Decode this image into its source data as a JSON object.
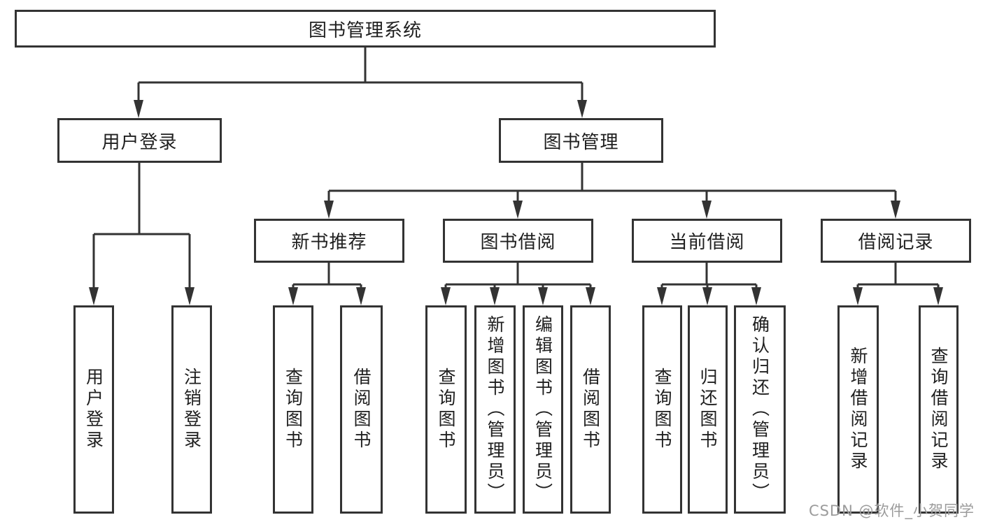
{
  "diagram": {
    "root": {
      "label": "图书管理系统",
      "children": [
        {
          "label": "用户登录",
          "children": [
            {
              "label": "用户登录"
            },
            {
              "label": "注销登录"
            }
          ]
        },
        {
          "label": "图书管理",
          "children": [
            {
              "label": "新书推荐",
              "children": [
                {
                  "label": "查询图书"
                },
                {
                  "label": "借阅图书"
                }
              ]
            },
            {
              "label": "图书借阅",
              "children": [
                {
                  "label": "查询图书"
                },
                {
                  "label": "新增图书（管理员）"
                },
                {
                  "label": "编辑图书（管理员）"
                },
                {
                  "label": "借阅图书"
                }
              ]
            },
            {
              "label": "当前借阅",
              "children": [
                {
                  "label": "查询图书"
                },
                {
                  "label": "归还图书"
                },
                {
                  "label": "确认归还（管理员）"
                }
              ]
            },
            {
              "label": "借阅记录",
              "children": [
                {
                  "label": "新增借阅记录"
                },
                {
                  "label": "查询借阅记录"
                }
              ]
            }
          ]
        }
      ]
    }
  },
  "watermark": {
    "text": "CSDN @软件_小贺同学"
  },
  "colors": {
    "line": "#333333",
    "text": "#1f1f1f",
    "watermark": "#9b9b9b",
    "background": "#ffffff"
  }
}
